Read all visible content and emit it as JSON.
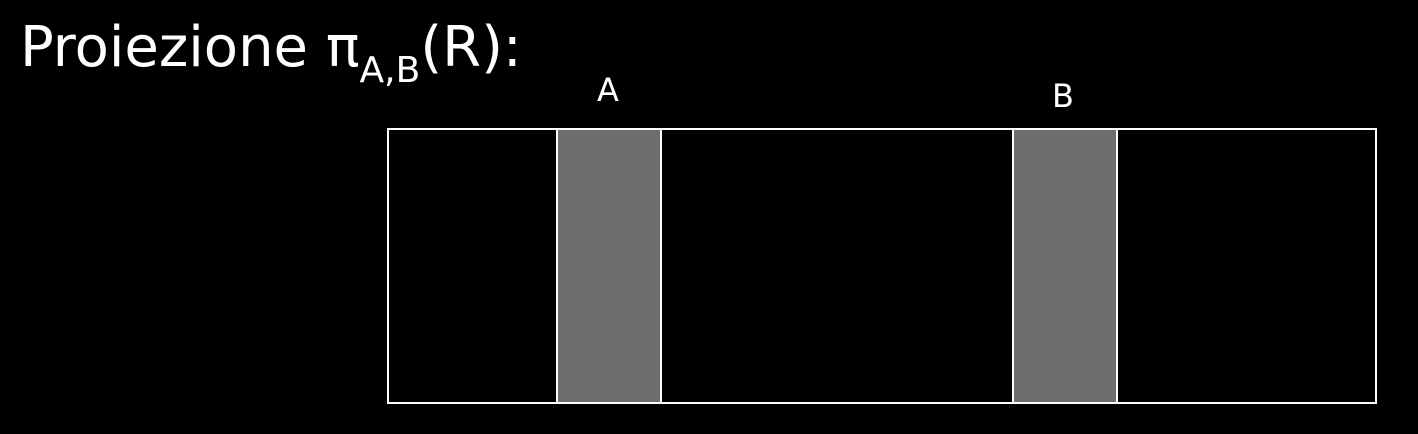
{
  "title": {
    "prefix": "Proiezione π",
    "subscript": "A,B",
    "suffix": "(R):"
  },
  "columns": [
    {
      "label": "A",
      "color": "#6e6e6e"
    },
    {
      "label": "B",
      "color": "#6e6e6e"
    }
  ],
  "colors": {
    "background": "#000000",
    "foreground": "#ffffff",
    "projected_column": "#6e6e6e"
  }
}
